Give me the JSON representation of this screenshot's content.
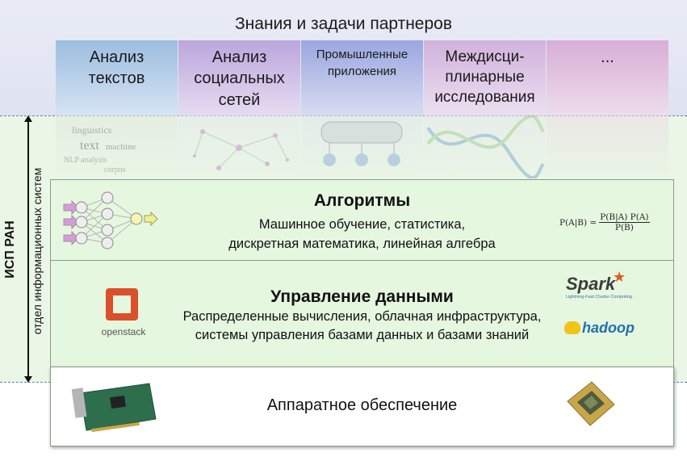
{
  "header": {
    "title": "Знания и задачи партнеров"
  },
  "columns": [
    {
      "lines": [
        "Анализ",
        "текстов"
      ],
      "color": "#b4cde6"
    },
    {
      "lines": [
        "Анализ",
        "социальных",
        "сетей"
      ],
      "color": "#cfc0e6"
    },
    {
      "lines": [
        "Промышленные",
        "приложения"
      ],
      "color": "#aeb8e6"
    },
    {
      "lines": [
        "Междисци-",
        "плинарные",
        "исследования"
      ],
      "color": "#dcc4e2"
    },
    {
      "lines": [
        "..."
      ],
      "color": "#e0c2dd"
    }
  ],
  "side": {
    "org": "ИСП РАН",
    "dept": "отдел информационных систем"
  },
  "algorithms": {
    "title": "Алгоритмы",
    "line1": "Машинное обучение, статистика,",
    "line2": "дискретная математика, линейная алгебра",
    "formula": "P(A|B) = P(B|A) P(A) / P(B)"
  },
  "data_management": {
    "title": "Управление данными",
    "line1": "Распределенные вычисления, облачная инфраструктура,",
    "line2": "системы управления базами данных и базами знаний",
    "logo_openstack": "openstack",
    "logo_spark": "Spark",
    "logo_spark_sub": "Lightning-Fast Cluster Computing",
    "logo_hadoop": "hadoop"
  },
  "hardware": {
    "title": "Аппаратное обеспечение"
  }
}
